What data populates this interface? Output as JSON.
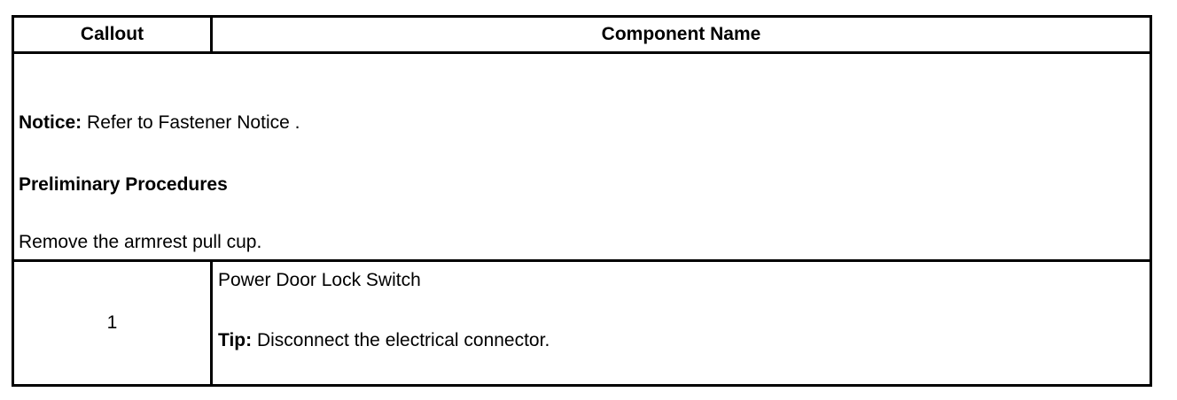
{
  "table": {
    "headers": {
      "callout": "Callout",
      "component_name": "Component Name"
    },
    "notice": {
      "label": "Notice:",
      "text": " Refer to Fastener Notice ."
    },
    "preliminary": {
      "heading": "Preliminary Procedures",
      "step": "Remove the armrest pull cup."
    },
    "items": [
      {
        "callout": "1",
        "name": "Power Door Lock Switch",
        "tip_label": "Tip:",
        "tip_text": " Disconnect the electrical connector."
      }
    ]
  }
}
